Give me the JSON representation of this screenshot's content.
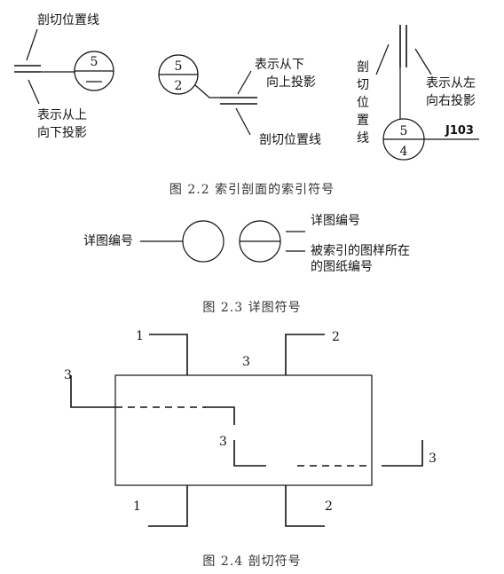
{
  "fig22": {
    "label_cut_pos_left": "剖切位置线",
    "label_down_left": [
      "表示从上",
      "向下投影"
    ],
    "circle1_top": "5",
    "circle2_top": "5",
    "circle2_bottom": "2",
    "label_up_mid": [
      "表示从下",
      "向上投影"
    ],
    "label_cut_pos_mid": "剖切位置线",
    "label_vertical_right": [
      "剖",
      "切",
      "位",
      "置",
      "线"
    ],
    "label_right_proj": [
      "表示从左",
      "向右投影"
    ],
    "circle3_top": "5",
    "circle3_bottom": "4",
    "ref_code": "J103",
    "caption": "图 2.2   索引剖面的索引符号"
  },
  "fig23": {
    "label_detail_no": "详图编号",
    "label_detail_no_right": "详图编号",
    "label_indexed": [
      "被索引的图样所在",
      "的图纸编号"
    ],
    "caption": "图 2.3   详图符号"
  },
  "fig24": {
    "label_1_top": "1",
    "label_2_top": "2",
    "label_3_top": "3",
    "label_3_left": "3",
    "label_3_mid": "3",
    "label_3_right": "3",
    "label_1_bottom": "1",
    "label_2_bottom": "2",
    "caption": "图 2.4   剖切符号"
  }
}
